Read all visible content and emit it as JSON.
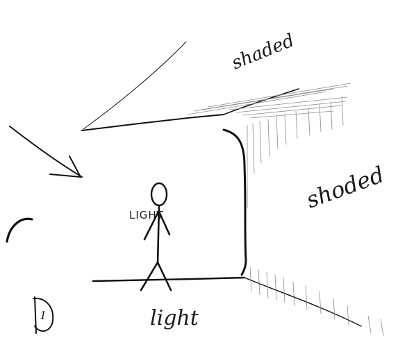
{
  "labels": {
    "top_shaded": "shaded",
    "right_shaded": "shoded",
    "figure_light": "LIGHT",
    "floor_light": "light",
    "number": "1"
  }
}
